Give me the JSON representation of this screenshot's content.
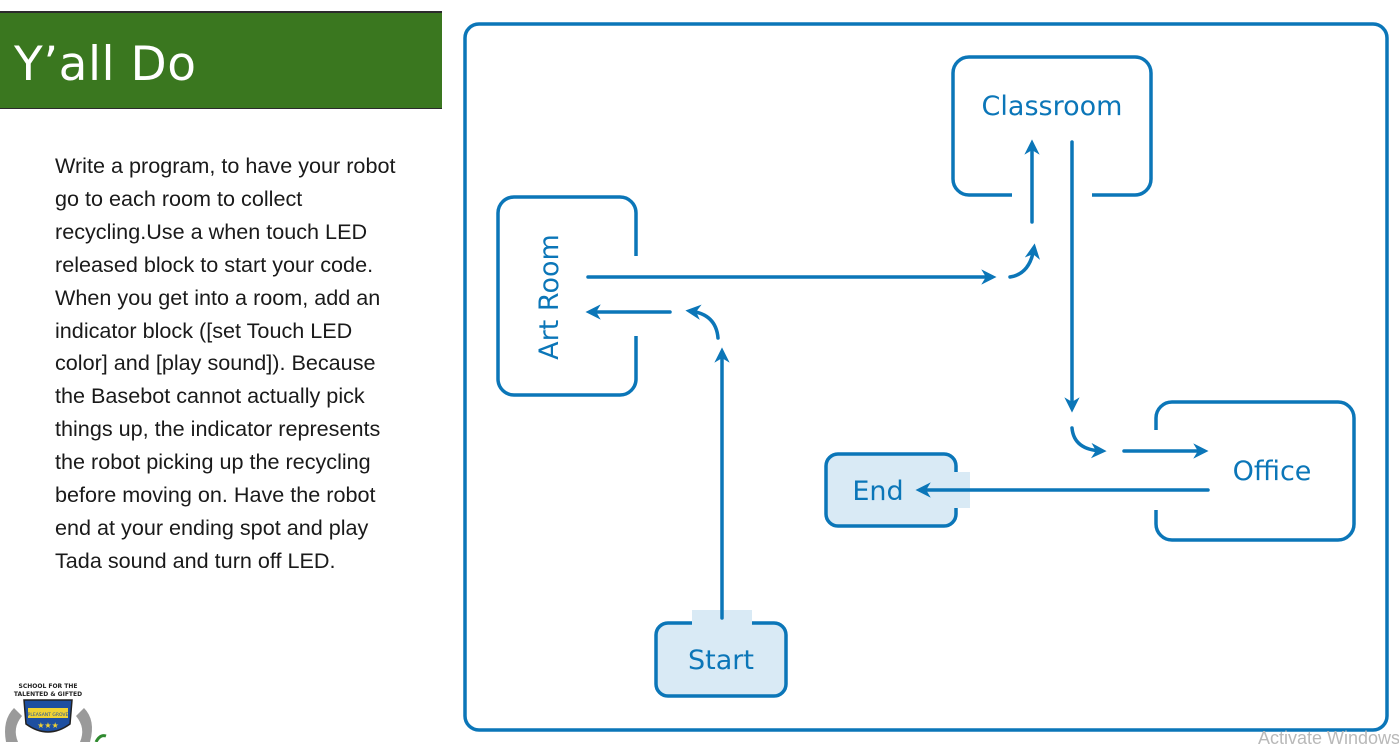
{
  "slide": {
    "title": "Y’all Do",
    "instructions": [
      "Write a program, to have your robot go to each room to collect recycling.Use a when touch LED released block to start your code.",
      "When you get into a room, add an indicator block ([set Touch LED color] and [play sound]). Because the Basebot cannot actually pick things up, the indicator represents the robot picking up the recycling before moving on. Have the robot end at your ending spot and play Tada sound and turn off LED."
    ]
  },
  "logo": {
    "text_top": "SCHOOL FOR THE TALENTED & GIFTED",
    "text_mid": "IN PLEASANT GROVE"
  },
  "diagram": {
    "rooms": {
      "classroom": "Classroom",
      "art_room": "Art Room",
      "office": "Office",
      "end": "End",
      "start": "Start"
    },
    "colors": {
      "stroke": "#0b76b8",
      "highlight_fill": "#d9eaf5"
    }
  },
  "watermark": "Activate Windows"
}
